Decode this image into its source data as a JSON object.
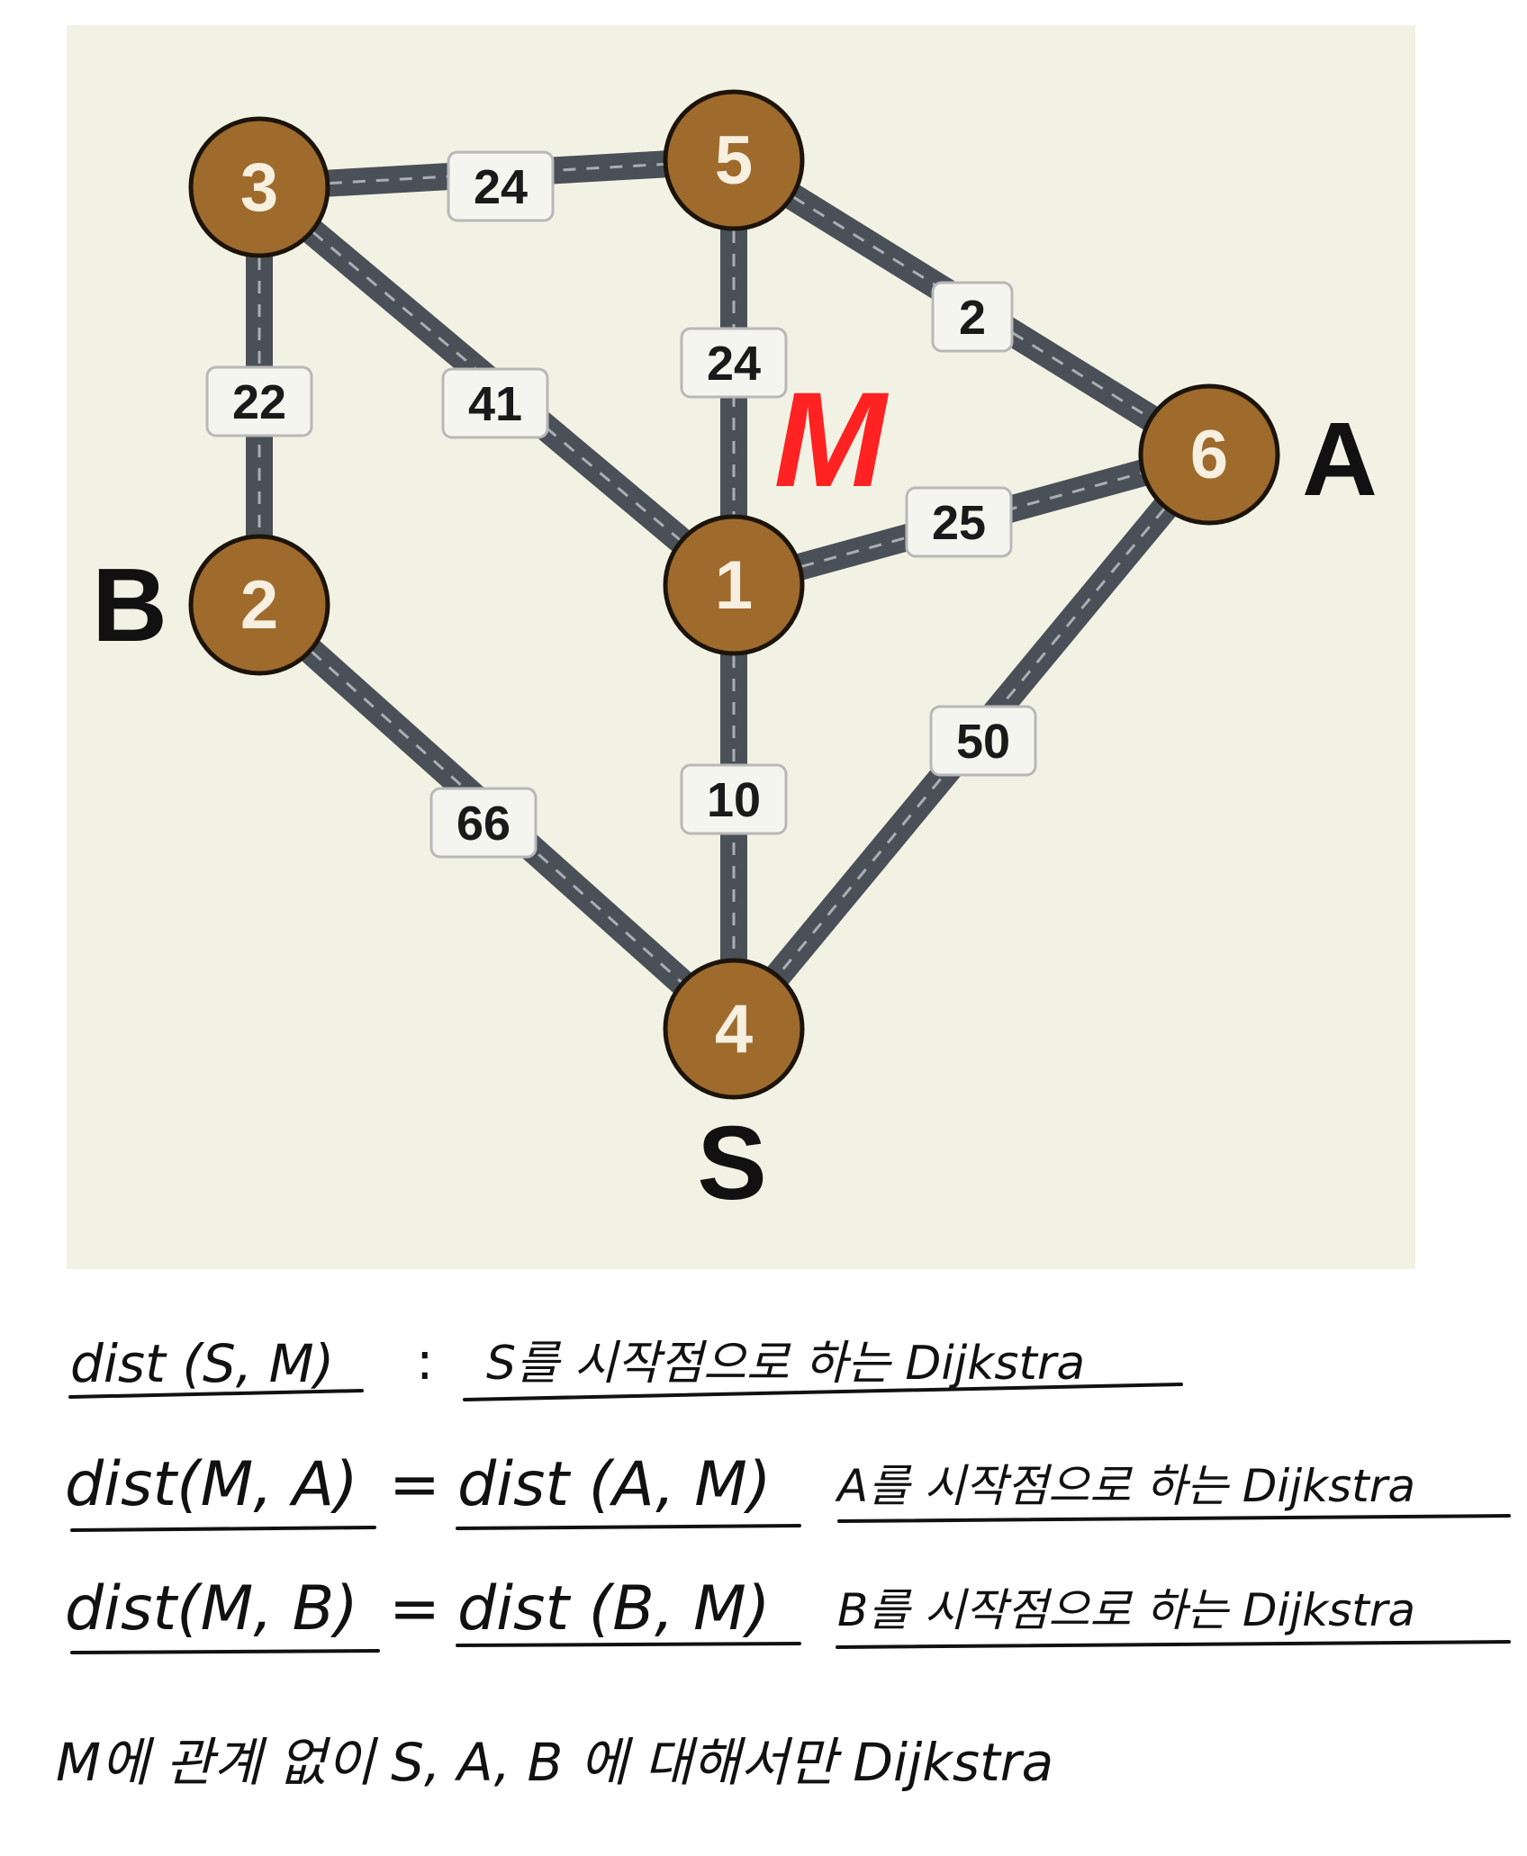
{
  "colors": {
    "background": "#f2f2e4",
    "road": "#4a5057",
    "road_dash": "#a8aeb4",
    "node_fill": "#9e6b2d",
    "node_stroke": "#1c140a",
    "node_text": "#f7efe0",
    "weight_box": "#f5f5f0",
    "weight_border": "#b8b8b8",
    "annotation_red": "#ff2222",
    "ink": "#111111"
  },
  "graph": {
    "nodes": [
      {
        "id": "1",
        "label": "1"
      },
      {
        "id": "2",
        "label": "2"
      },
      {
        "id": "3",
        "label": "3"
      },
      {
        "id": "4",
        "label": "4"
      },
      {
        "id": "5",
        "label": "5"
      },
      {
        "id": "6",
        "label": "6"
      }
    ],
    "edges": [
      {
        "from": "3",
        "to": "5",
        "weight": "24"
      },
      {
        "from": "3",
        "to": "2",
        "weight": "22"
      },
      {
        "from": "3",
        "to": "1",
        "weight": "41"
      },
      {
        "from": "5",
        "to": "1",
        "weight": "24"
      },
      {
        "from": "5",
        "to": "6",
        "weight": "2"
      },
      {
        "from": "1",
        "to": "6",
        "weight": "25"
      },
      {
        "from": "1",
        "to": "4",
        "weight": "10"
      },
      {
        "from": "2",
        "to": "4",
        "weight": "66"
      },
      {
        "from": "6",
        "to": "4",
        "weight": "50"
      }
    ],
    "node_tags": {
      "A": "A",
      "B": "B",
      "S": "S",
      "M": "M"
    }
  },
  "notes": {
    "line1": {
      "left": "dist (S, M)",
      "colon": ":",
      "right": "S를 시작점으로 하는 Dijkstra"
    },
    "line2": {
      "left": "dist(M, A)",
      "eq": "=",
      "mid": "dist (A, M)",
      "right": "A를 시작점으로 하는 Dijkstra"
    },
    "line3": {
      "left": "dist(M, B)",
      "eq": "=",
      "mid": "dist (B, M)",
      "right": "B를 시작점으로 하는 Dijkstra"
    },
    "line4": "M에 관계 없이 S, A, B 에 대해서만 Dijkstra"
  }
}
